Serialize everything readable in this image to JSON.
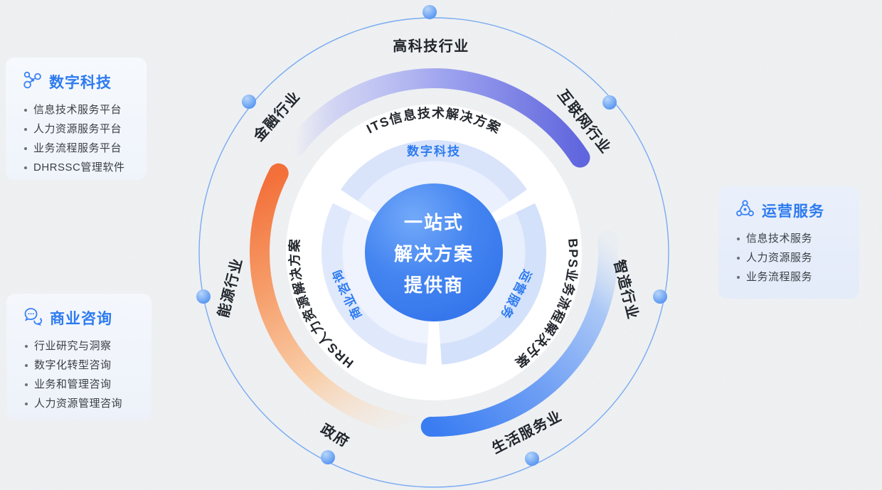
{
  "page": {
    "background": "#eff1f3"
  },
  "cards": [
    {
      "id": "digital",
      "icon": "network-nodes-icon",
      "title": "数字科技",
      "items": [
        "信息技术服务平台",
        "人力资源服务平台",
        "业务流程服务平台",
        "DHRSSC管理软件"
      ]
    },
    {
      "id": "consulting",
      "icon": "chat-bubbles-icon",
      "title": "商业咨询",
      "items": [
        "行业研究与洞察",
        "数字化转型咨询",
        "业务和管理咨询",
        "人力资源管理咨询"
      ]
    },
    {
      "id": "operations",
      "icon": "ops-triangle-icon",
      "title": "运营服务",
      "items": [
        "信息技术服务",
        "人力资源服务",
        "业务流程服务"
      ]
    }
  ],
  "diagram": {
    "center_lines": [
      "一站式",
      "解决方案",
      "提供商"
    ],
    "ring_sectors": [
      {
        "label": "数字科技"
      },
      {
        "label": "商业咨询"
      },
      {
        "label": "运营服务"
      }
    ],
    "solution_arcs": [
      {
        "label": "ITS信息技术解决方案"
      },
      {
        "label": "HRS人力资源解决方案"
      },
      {
        "label": "BPS业务流程解决方案"
      }
    ],
    "industries": [
      {
        "label": "高科技行业"
      },
      {
        "label": "互联网行业"
      },
      {
        "label": "金融行业"
      },
      {
        "label": "智造行业"
      },
      {
        "label": "能源行业"
      },
      {
        "label": "政府"
      },
      {
        "label": "生活服务业"
      }
    ],
    "colors": {
      "accent_blue": "#2d7bf0",
      "arc_purple": "#6066dd",
      "arc_orange": "#f3703a",
      "arc_blue": "#3a7df2",
      "center_circle_light": "#72a9f9",
      "center_circle_dark": "#2d6fe9",
      "ring_light_blue": "#d9e4fb",
      "outer_circle": "#5b9af2",
      "text_dark": "#24282e"
    }
  }
}
